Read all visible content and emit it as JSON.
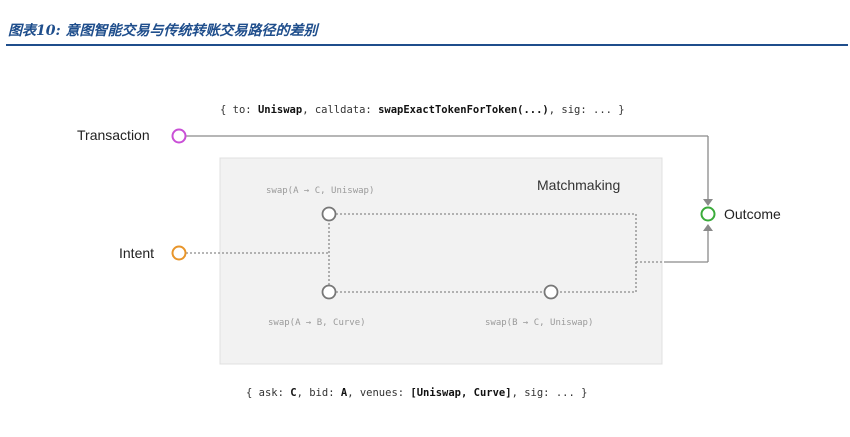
{
  "title": "图表10: 意图智能交易与传统转账交易路径的差别",
  "tx_code": {
    "p1": "{ to: ",
    "p2": "Uniswap",
    "p3": ", calldata: ",
    "p4": "swapExactTokenForToken(...)",
    "p5": ", sig: ... }"
  },
  "intent_code": {
    "p1": "{ ask: ",
    "p2": "C",
    "p3": ", bid: ",
    "p4": "A",
    "p5": ", venues: ",
    "p6": "[Uniswap, Curve]",
    "p7": ", sig: ... }"
  },
  "nodes": {
    "transaction": "Transaction",
    "intent": "Intent",
    "outcome": "Outcome"
  },
  "box_title": "Matchmaking",
  "routes": {
    "ac_uniswap": "swap(A → C, Uniswap)",
    "ab_curve": "swap(A → B, Curve)",
    "bc_uniswap": "swap(B → C, Uniswap)"
  },
  "colors": {
    "title": "#1f4e8c",
    "transaction": "#c94fd6",
    "intent": "#e8952a",
    "outcome": "#3aab3a",
    "line": "#8a8a8a",
    "box_bg": "#f2f2f2"
  }
}
